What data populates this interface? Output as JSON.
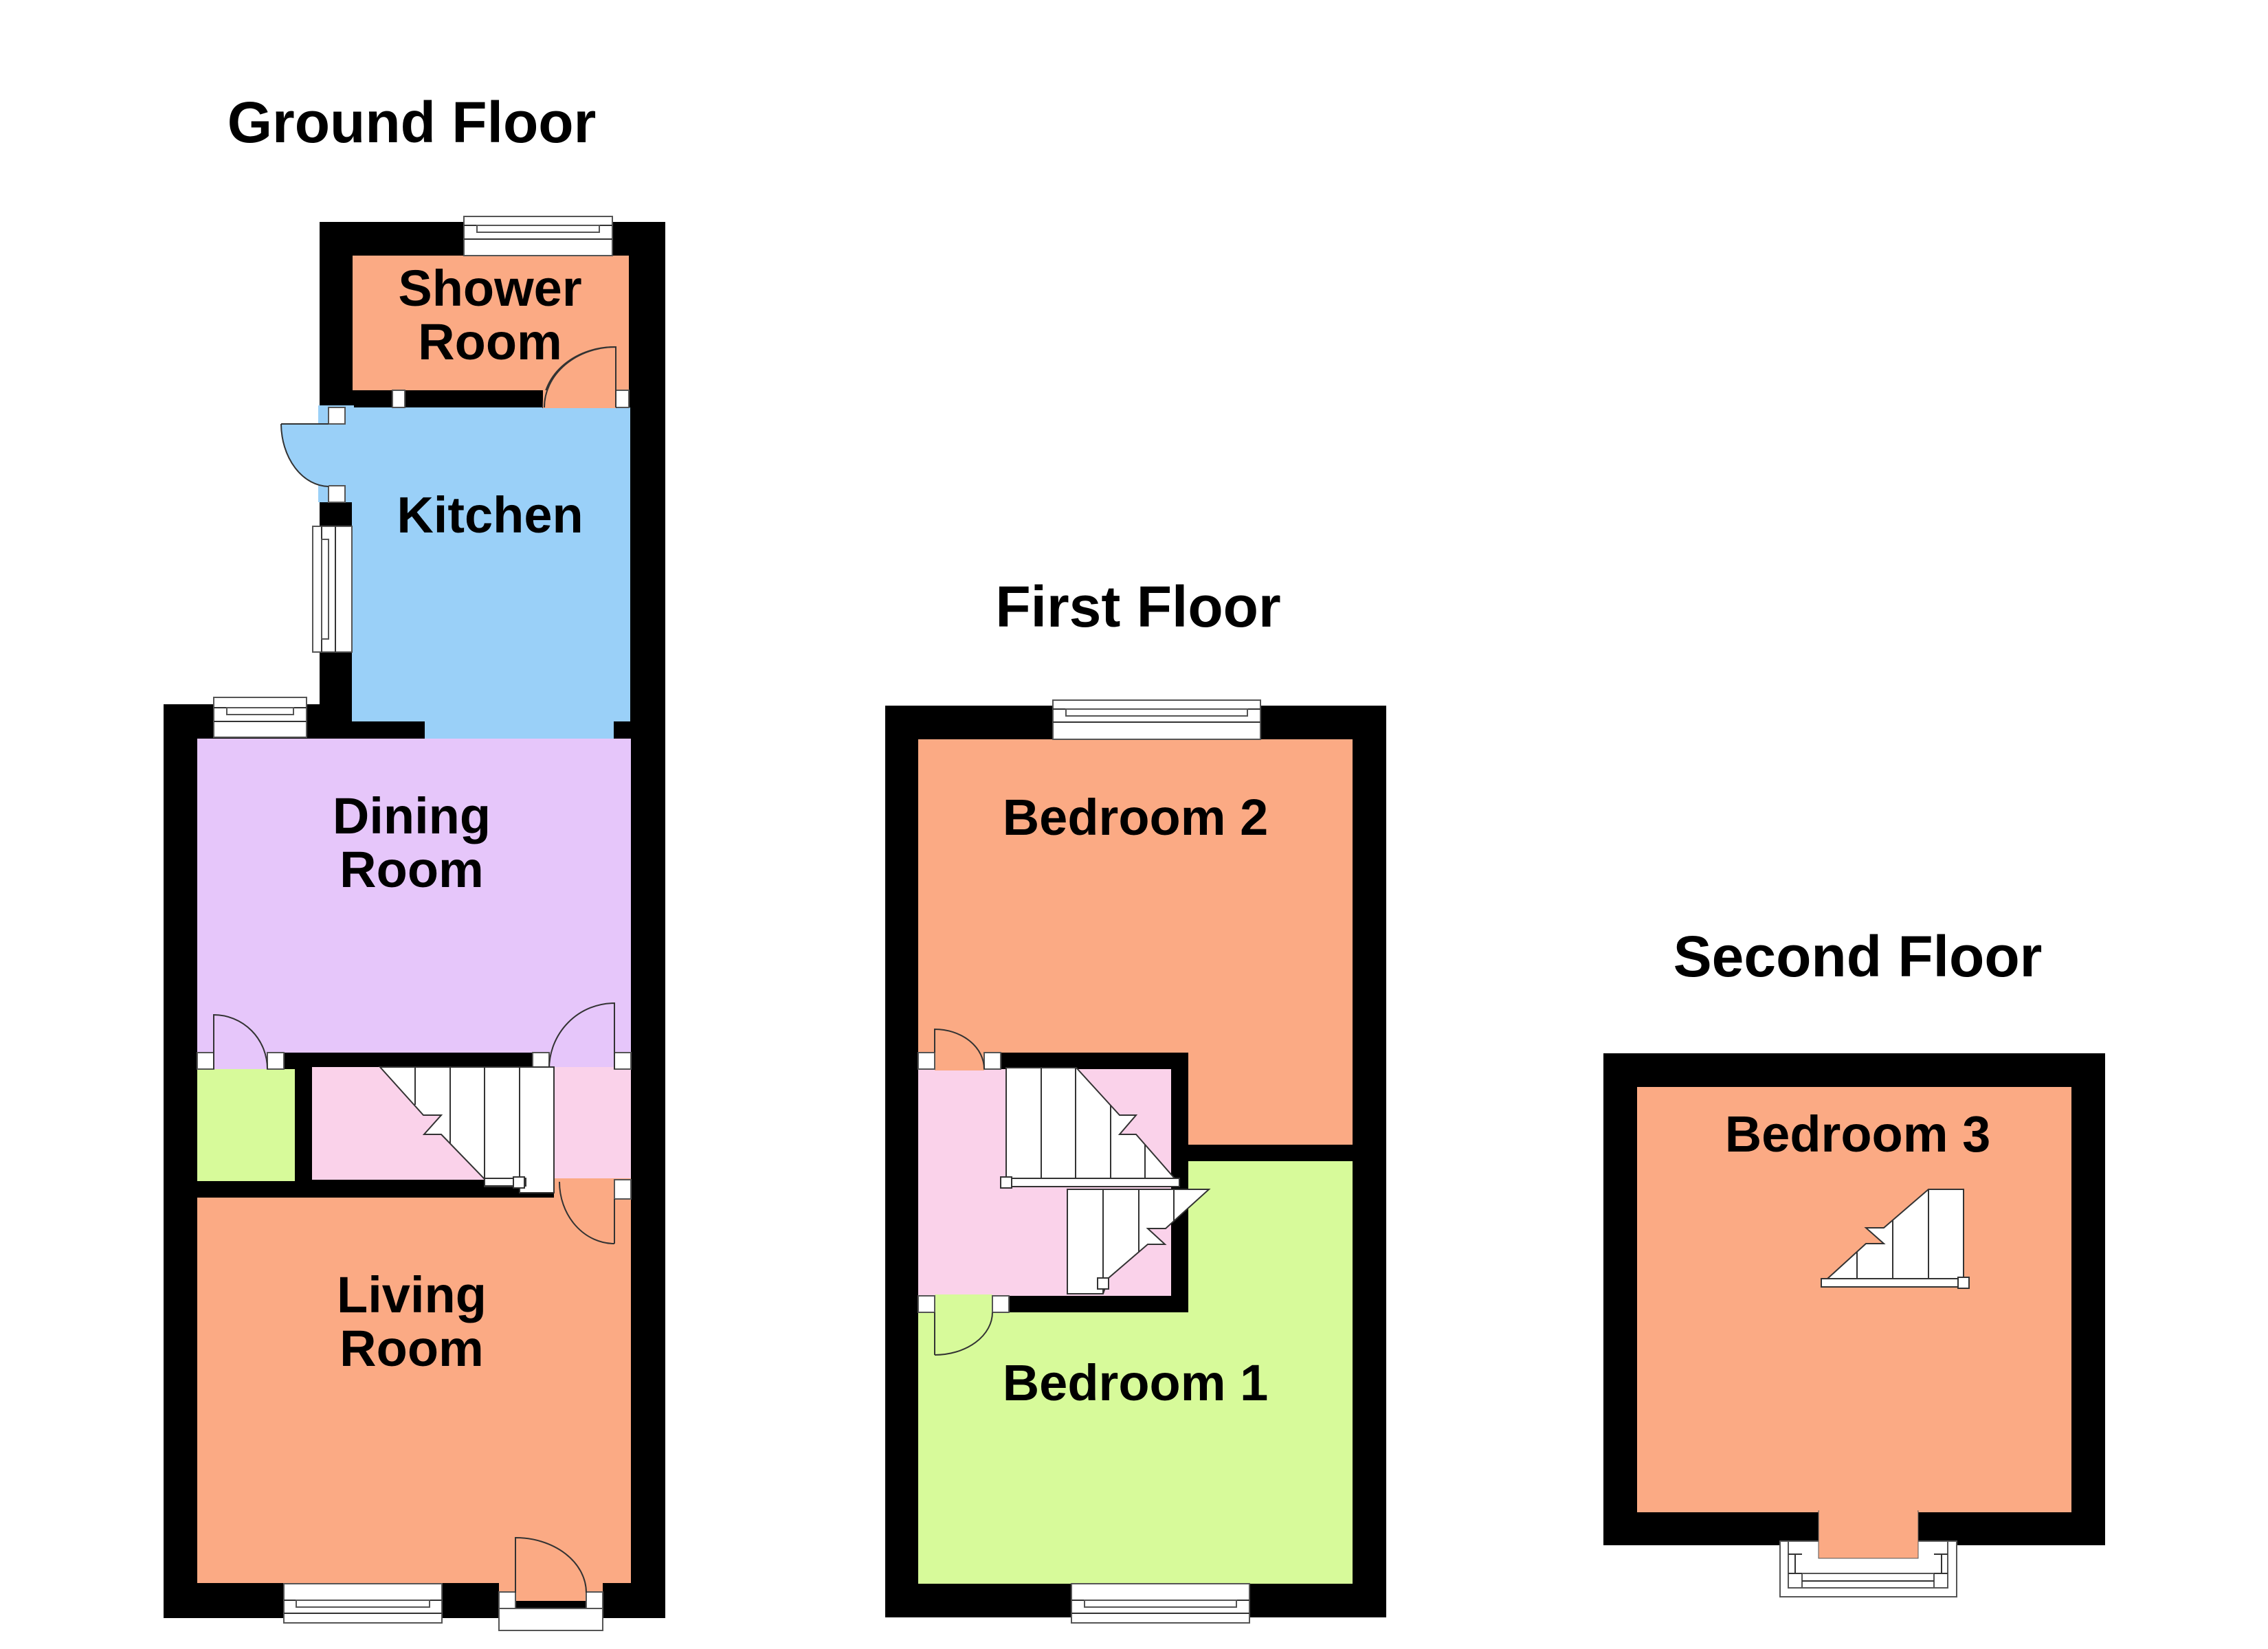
{
  "floors": {
    "ground": {
      "title": "Ground Floor",
      "rooms": {
        "shower": {
          "line1": "Shower",
          "line2": "Room",
          "color": "#FBAA84"
        },
        "kitchen": {
          "label": "Kitchen",
          "color": "#9AD0F8"
        },
        "dining": {
          "line1": "Dining",
          "line2": "Room",
          "color": "#E6C6FA"
        },
        "living": {
          "line1": "Living",
          "line2": "Room",
          "color": "#FBAA84"
        },
        "cupboard": {
          "color": "#D7FA9A"
        },
        "hall": {
          "color": "#FAD2EA"
        }
      }
    },
    "first": {
      "title": "First Floor",
      "rooms": {
        "bedroom2": {
          "label": "Bedroom 2",
          "color": "#FBAA84"
        },
        "bedroom1": {
          "label": "Bedroom 1",
          "color": "#D7FA9A"
        },
        "landing": {
          "color": "#FAD2EA"
        }
      }
    },
    "second": {
      "title": "Second Floor",
      "rooms": {
        "bedroom3": {
          "label": "Bedroom 3",
          "color": "#FBAA84"
        }
      }
    }
  },
  "colors": {
    "wall": "#000000",
    "fixture": "#FFFFFF",
    "orange": "#FBAA84",
    "blue": "#9AD0F8",
    "lavender": "#E6C6FA",
    "green": "#D7FA9A",
    "pink": "#FAD2EA"
  }
}
